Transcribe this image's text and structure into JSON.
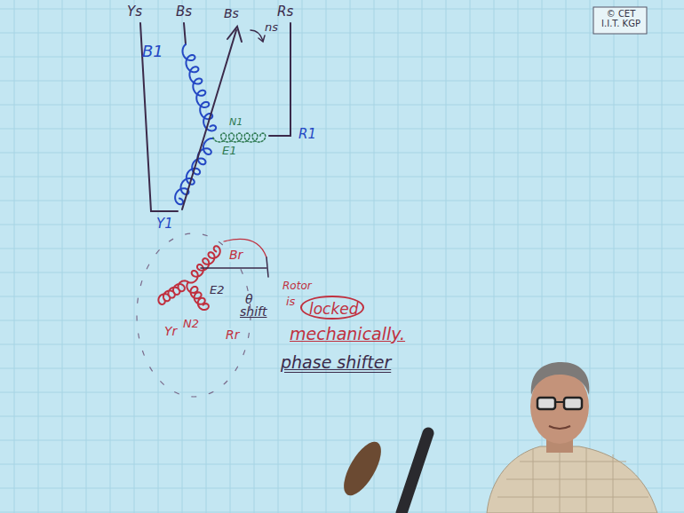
{
  "diagram": {
    "nodes": [
      {
        "text": [
          "locked"
        ]
      }
    ],
    "labels": [
      "© CET I.I.T. KGP",
      "Ys",
      "Bs",
      "Rs",
      "Bs",
      "ns",
      "B1",
      "N1",
      "E1",
      "R1",
      "Y1",
      "Br",
      "E2",
      "θ",
      "shift",
      "N2",
      "Yr",
      "Rr",
      "Rotor",
      "is",
      "mechanically.",
      "phase shifter"
    ]
  }
}
